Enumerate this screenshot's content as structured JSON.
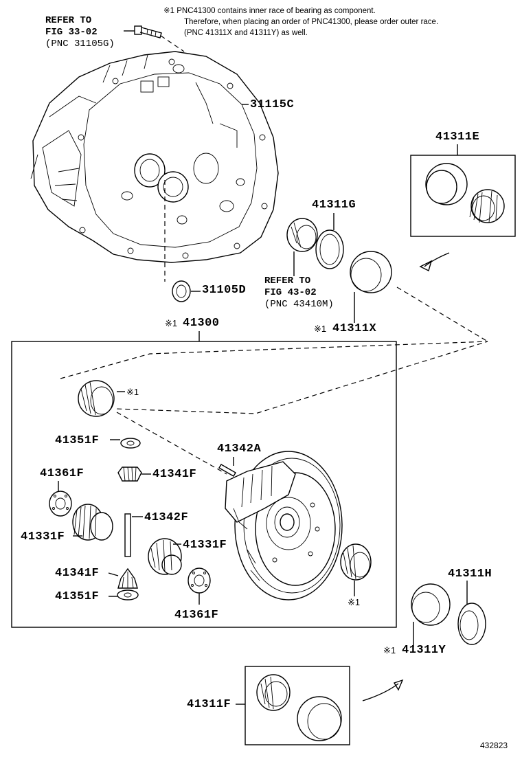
{
  "note": {
    "line1": "※1 PNC41300 contains inner race of bearing as component.",
    "line2": "Therefore, when placing an order of PNC41300, please order outer race.",
    "line3": "(PNC 41311X and 41311Y) as well."
  },
  "references": {
    "ref1": {
      "l1": "REFER TO",
      "l2": "FIG 33-02",
      "l3": "(PNC 31105G)"
    },
    "ref2": {
      "l1": "REFER TO",
      "l2": "FIG 43-02",
      "l3": "(PNC 43410M)"
    }
  },
  "parts": {
    "p31115C": "31115C",
    "p31105D": "31105D",
    "p41311E": "41311E",
    "p41311G": "41311G",
    "p41311X": "41311X",
    "p41300": "41300",
    "p41351F_a": "41351F",
    "p41342A": "41342A",
    "p41361F_a": "41361F",
    "p41341F_a": "41341F",
    "p41342F": "41342F",
    "p41331F_a": "41331F",
    "p41331F_b": "41331F",
    "p41341F_b": "41341F",
    "p41351F_b": "41351F",
    "p41361F_b": "41361F",
    "p41311H": "41311H",
    "p41311Y": "41311Y",
    "p41311F": "41311F"
  },
  "marks": {
    "m41311X": "※1",
    "m41300": "※1",
    "m_bearing_top": "※1",
    "m_bearing_right": "※1",
    "m41311Y": "※1"
  },
  "figure_number": "432823"
}
